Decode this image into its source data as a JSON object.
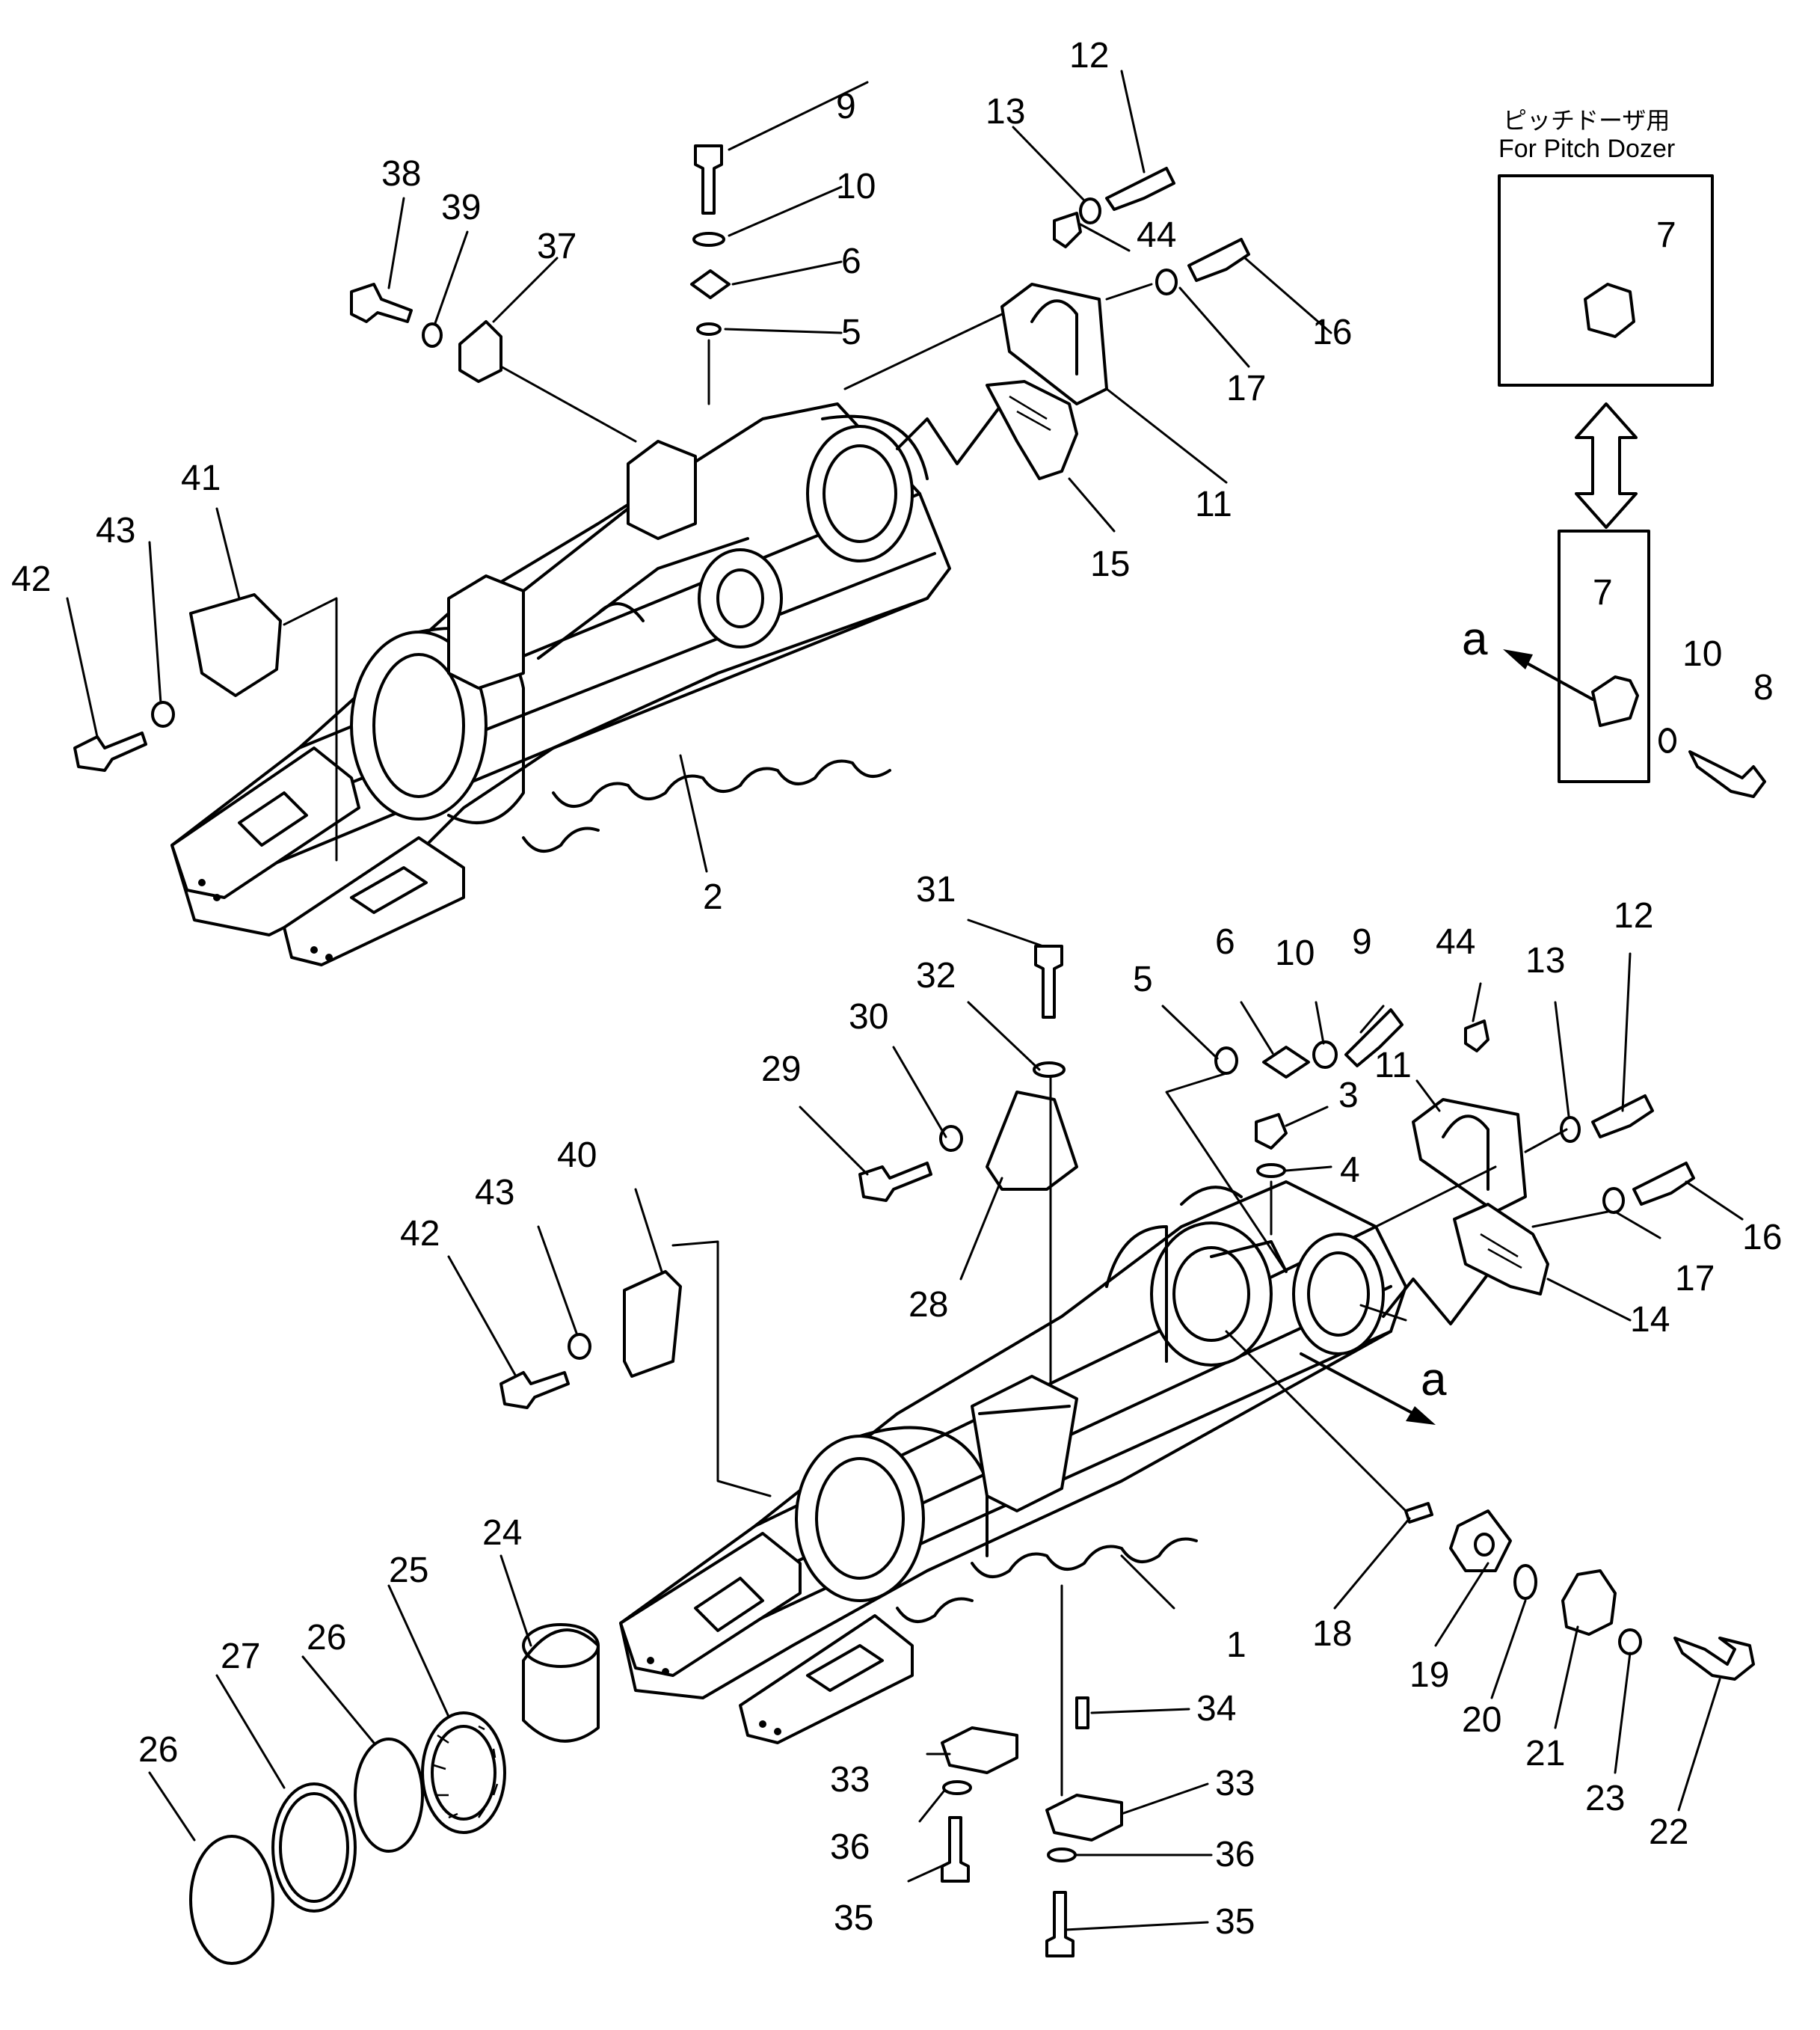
{
  "diagram": {
    "inset_caption_jp": "ピッチドーザ用",
    "inset_caption_en": "For Pitch Dozer",
    "view_letter": "a",
    "callouts": [
      "1",
      "2",
      "3",
      "4",
      "5",
      "6",
      "7",
      "8",
      "9",
      "10",
      "11",
      "12",
      "13",
      "14",
      "15",
      "16",
      "17",
      "18",
      "19",
      "20",
      "21",
      "22",
      "23",
      "24",
      "25",
      "26",
      "27",
      "28",
      "29",
      "30",
      "31",
      "32",
      "33",
      "34",
      "35",
      "36",
      "37",
      "38",
      "39",
      "40",
      "41",
      "42",
      "43",
      "44"
    ]
  }
}
